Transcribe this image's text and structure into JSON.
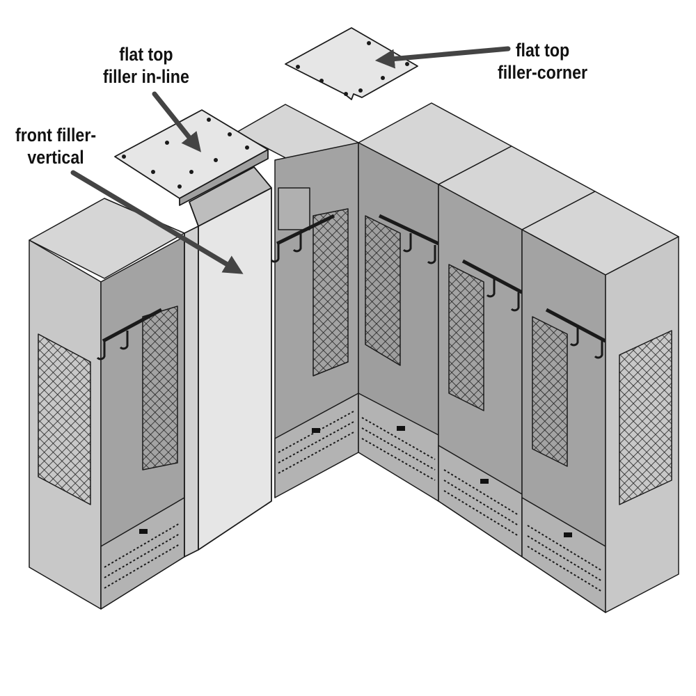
{
  "callouts": {
    "flat_top_inline": [
      "flat top",
      "filler in-line"
    ],
    "flat_top_corner": [
      "flat top",
      "filler-corner"
    ],
    "front_filler_vertical": [
      "front filler-",
      "vertical"
    ]
  },
  "colors": {
    "outline": "#1a1a1a",
    "locker_side": "#c8c8c8",
    "locker_top": "#d6d6d6",
    "locker_interior": "#a3a3a3",
    "interior_dark": "#8e8e8e",
    "filler_panel": "#e6e6e6",
    "arrow": "#444444",
    "label_text": "#111111"
  },
  "icons": {
    "arrow": "arrow-icon",
    "hook": "coat-hook-icon",
    "mesh": "mesh-vent-icon"
  }
}
